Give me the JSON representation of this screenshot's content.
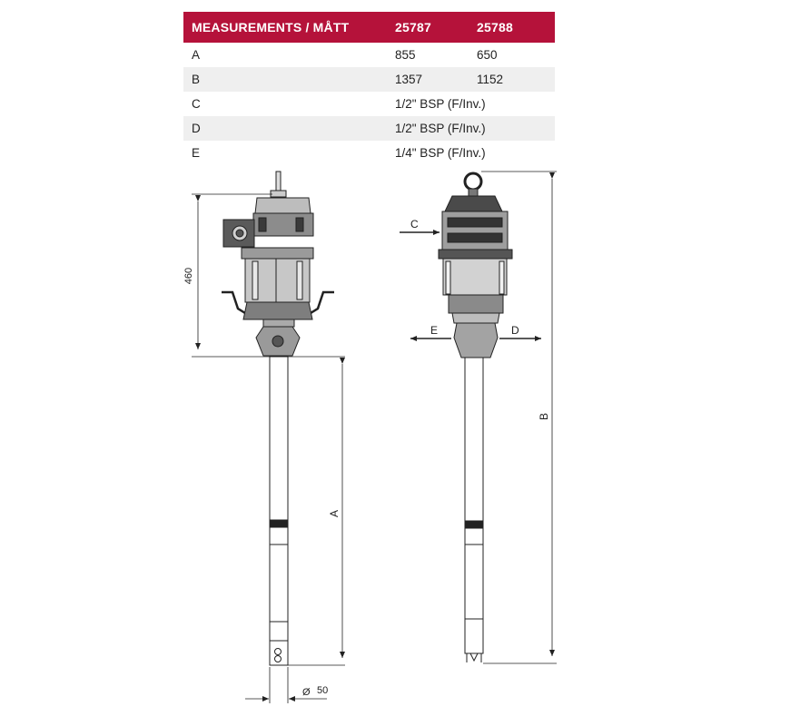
{
  "table": {
    "header": [
      "MEASUREMENTS / MÅTT",
      "25787",
      "25788"
    ],
    "rows": [
      {
        "label": "A",
        "v1": "855",
        "v2": "650",
        "span": false
      },
      {
        "label": "B",
        "v1": "1357",
        "v2": "1152",
        "span": false
      },
      {
        "label": "C",
        "v1": "1/2\" BSP (F/Inv.)",
        "v2": "",
        "span": true
      },
      {
        "label": "D",
        "v1": "1/2\" BSP (F/Inv.)",
        "v2": "",
        "span": true
      },
      {
        "label": "E",
        "v1": "1/4\" BSP (F/Inv.)",
        "v2": "",
        "span": true
      }
    ]
  },
  "drawing": {
    "dim_height": "460",
    "dim_a": "A",
    "dim_b": "B",
    "dim_diameter_symbol": "Ø",
    "dim_diameter": "50",
    "port_c": "C",
    "port_d": "D",
    "port_e": "E"
  },
  "colors": {
    "header_bg": "#b5123a",
    "row_alt": "#efefef",
    "line": "#222222"
  }
}
